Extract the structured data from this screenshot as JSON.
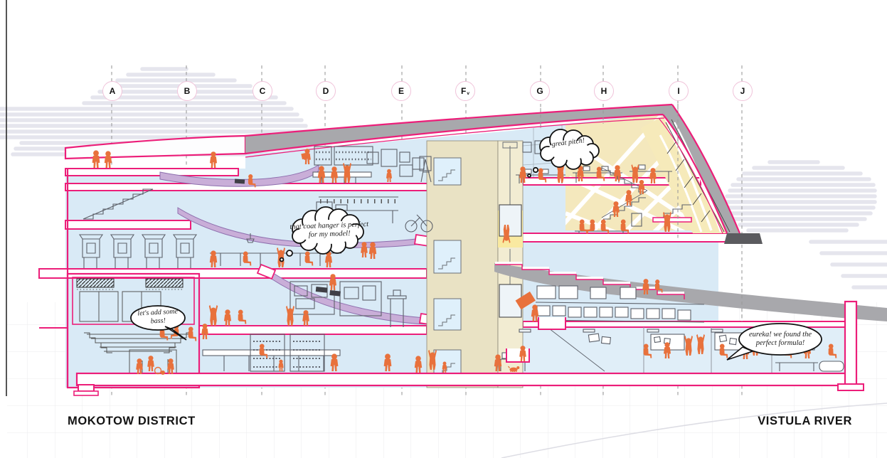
{
  "scene": {
    "type": "architectural cross-section",
    "left_context_label": "MOKOTOW DISTRICT",
    "right_context_label": "VISTULA RIVER"
  },
  "grid_markers": [
    {
      "label": "A"
    },
    {
      "label": "B"
    },
    {
      "label": "C"
    },
    {
      "label": "D"
    },
    {
      "label": "E"
    },
    {
      "label": "F",
      "suffix": "v"
    },
    {
      "label": "G"
    },
    {
      "label": "H"
    },
    {
      "label": "I"
    },
    {
      "label": "J"
    }
  ],
  "speech_bubbles": {
    "pitch": "great pitch!",
    "coat_hanger": "that coat hanger is perfect for my model!",
    "bass": "let's add some bass!",
    "eureka": "eureka! we found the perfect formula!"
  },
  "colors": {
    "section_cut_pink": "#ec1e79",
    "figure_orange": "#e8713c",
    "ramp_purple": "#c9aed8",
    "interior_blue": "#d9eaf6",
    "core_beige": "#e9e2c4",
    "glazing_yellow": "#f5e8bb",
    "roof_gray": "#a8a8ac",
    "background_stripe": "#e5e5ed"
  }
}
